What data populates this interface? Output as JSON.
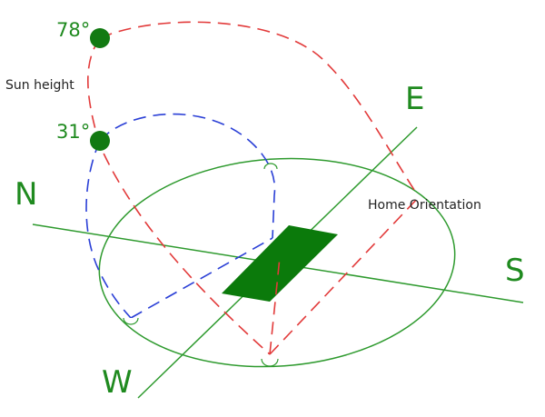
{
  "labels": {
    "north": "N",
    "east": "E",
    "south": "S",
    "west": "W",
    "sun_height": "Sun height",
    "home_orientation": "Home Orientation",
    "summer_angle": "78°",
    "winter_angle": "31°"
  },
  "colors": {
    "compass": "#2e9a2e",
    "label_green": "#1f8a1f",
    "summer_path": "#e23a3a",
    "winter_path": "#2a3fd6",
    "sun_marker": "#127a12",
    "house": "#0b7a0b"
  }
}
